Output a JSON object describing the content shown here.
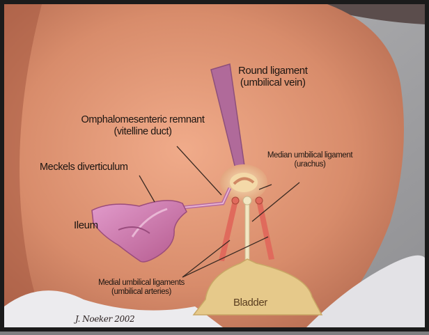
{
  "labels": {
    "round_ligament": "Round ligament",
    "round_ligament_sub": "(umbilical vein)",
    "omphalomesenteric": "Omphalomesenteric remnant",
    "omphalomesenteric_sub": "(vitelline duct)",
    "meckels": "Meckels diverticulum",
    "median_umbilical": "Median umbilical ligament",
    "median_umbilical_sub": "(urachus)",
    "ileum": "Ileum",
    "medial_umbilical": "Medial umbilical ligaments",
    "medial_umbilical_sub": "(umbilical arteries)",
    "bladder": "Bladder"
  },
  "signature": "J. Noeker 2002",
  "colors": {
    "skin": "#dd9272",
    "background_cloth": "#a9a9ab",
    "ligament_vein": "#b06a9a",
    "arteries": "#e06a5c",
    "urachus": "#f2e6c2",
    "bladder": "#e6c98a",
    "ileum": "#c86ca0"
  }
}
